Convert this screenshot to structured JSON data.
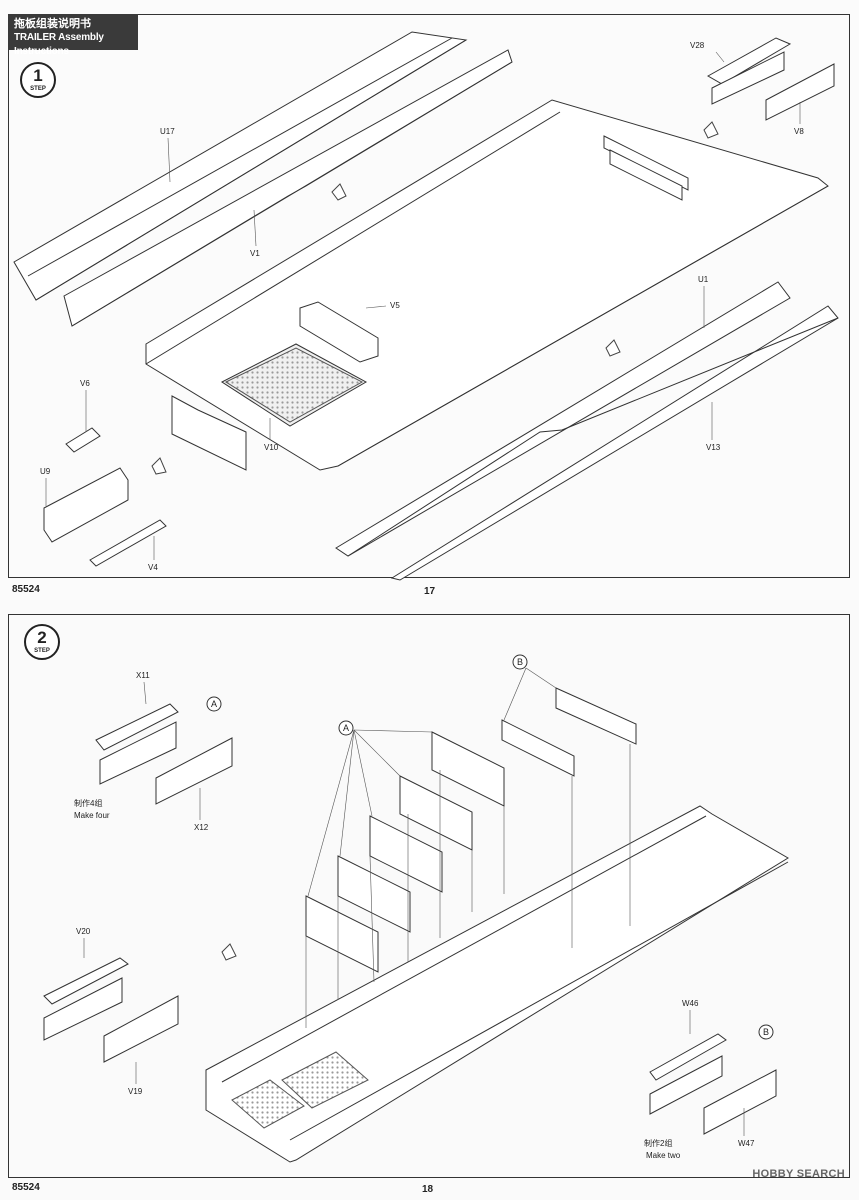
{
  "header": {
    "title_cn": "拖板组装说明书",
    "title_en": "TRAILER Assembly Instructions"
  },
  "step1": {
    "number": "1",
    "step_label": "STEP",
    "parts": {
      "u17": "U17",
      "v1": "V1",
      "v5": "V5",
      "v6": "V6",
      "u9": "U9",
      "v4": "V4",
      "v10": "V10",
      "u1": "U1",
      "v13": "V13",
      "v28": "V28",
      "v8": "V8"
    },
    "footer_code": "85524",
    "page_number": "17"
  },
  "step2": {
    "number": "2",
    "step_label": "STEP",
    "parts": {
      "x11": "X11",
      "x12": "X12",
      "v20": "V20",
      "v19": "V19",
      "w46": "W46",
      "w47": "W47"
    },
    "callouts": {
      "a": "A",
      "b": "B"
    },
    "note_make_four_cn": "制作4组",
    "note_make_four_en": "Make four",
    "note_make_two_cn": "制作2组",
    "note_make_two_en": "Make two",
    "footer_code": "85524",
    "page_number": "18"
  },
  "watermark": "HOBBY SEARCH"
}
